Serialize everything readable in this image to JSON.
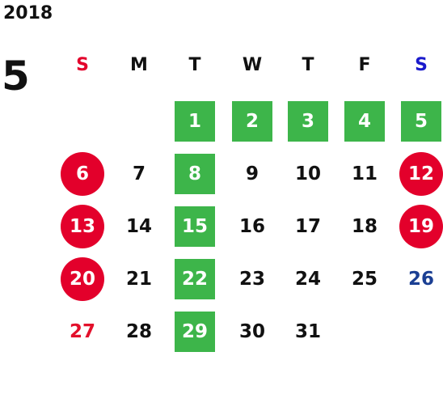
{
  "calendar": {
    "year": "2018",
    "month": "5",
    "weekdays": [
      {
        "label": "S",
        "color": "#e3002b"
      },
      {
        "label": "M",
        "color": "#111111"
      },
      {
        "label": "T",
        "color": "#111111"
      },
      {
        "label": "W",
        "color": "#111111"
      },
      {
        "label": "T",
        "color": "#111111"
      },
      {
        "label": "F",
        "color": "#111111"
      },
      {
        "label": "S",
        "color": "#1a1acc"
      }
    ],
    "colors": {
      "green_fill": "#3db54a",
      "red_fill": "#e3002b",
      "holiday_text_red": "#e3102b",
      "holiday_text_blue": "#1b3f93"
    },
    "days": [
      {
        "label": "1",
        "col": 2,
        "week": 0,
        "style": "green"
      },
      {
        "label": "2",
        "col": 3,
        "week": 0,
        "style": "green"
      },
      {
        "label": "3",
        "col": 4,
        "week": 0,
        "style": "green"
      },
      {
        "label": "4",
        "col": 5,
        "week": 0,
        "style": "green"
      },
      {
        "label": "5",
        "col": 6,
        "week": 0,
        "style": "green"
      },
      {
        "label": "6",
        "col": 0,
        "week": 1,
        "style": "red-circle"
      },
      {
        "label": "7",
        "col": 1,
        "week": 1,
        "style": "plain"
      },
      {
        "label": "8",
        "col": 2,
        "week": 1,
        "style": "green"
      },
      {
        "label": "9",
        "col": 3,
        "week": 1,
        "style": "plain"
      },
      {
        "label": "10",
        "col": 4,
        "week": 1,
        "style": "plain"
      },
      {
        "label": "11",
        "col": 5,
        "week": 1,
        "style": "plain"
      },
      {
        "label": "12",
        "col": 6,
        "week": 1,
        "style": "red-circle"
      },
      {
        "label": "13",
        "col": 0,
        "week": 2,
        "style": "red-circle"
      },
      {
        "label": "14",
        "col": 1,
        "week": 2,
        "style": "plain"
      },
      {
        "label": "15",
        "col": 2,
        "week": 2,
        "style": "green"
      },
      {
        "label": "16",
        "col": 3,
        "week": 2,
        "style": "plain"
      },
      {
        "label": "17",
        "col": 4,
        "week": 2,
        "style": "plain"
      },
      {
        "label": "18",
        "col": 5,
        "week": 2,
        "style": "plain"
      },
      {
        "label": "19",
        "col": 6,
        "week": 2,
        "style": "red-circle"
      },
      {
        "label": "20",
        "col": 0,
        "week": 3,
        "style": "red-circle"
      },
      {
        "label": "21",
        "col": 1,
        "week": 3,
        "style": "plain"
      },
      {
        "label": "22",
        "col": 2,
        "week": 3,
        "style": "green"
      },
      {
        "label": "23",
        "col": 3,
        "week": 3,
        "style": "plain"
      },
      {
        "label": "24",
        "col": 4,
        "week": 3,
        "style": "plain"
      },
      {
        "label": "25",
        "col": 5,
        "week": 3,
        "style": "plain"
      },
      {
        "label": "26",
        "col": 6,
        "week": 3,
        "style": "blue-text"
      },
      {
        "label": "27",
        "col": 0,
        "week": 4,
        "style": "red-text"
      },
      {
        "label": "28",
        "col": 1,
        "week": 4,
        "style": "plain"
      },
      {
        "label": "29",
        "col": 2,
        "week": 4,
        "style": "green"
      },
      {
        "label": "30",
        "col": 3,
        "week": 4,
        "style": "plain"
      },
      {
        "label": "31",
        "col": 4,
        "week": 4,
        "style": "plain"
      }
    ]
  }
}
